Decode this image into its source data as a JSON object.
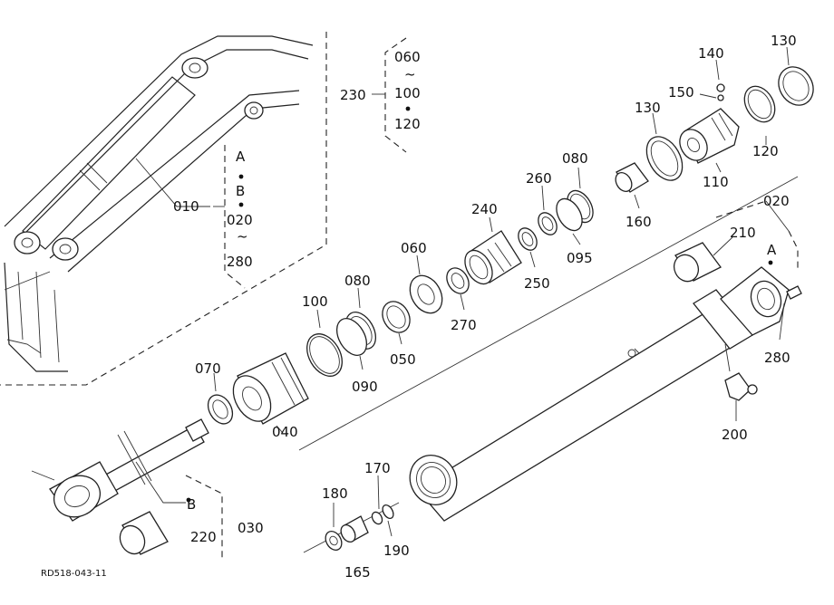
{
  "diagram": {
    "reference_code": "RD518-043-11",
    "labels": {
      "l010": "010",
      "l020": "020",
      "l030": "030",
      "l040": "040",
      "l050": "050",
      "l060": "060",
      "l070": "070",
      "l080a": "080",
      "l080b": "080",
      "l090": "090",
      "l095": "095",
      "l100": "100",
      "l110": "110",
      "l120": "120",
      "l130a": "130",
      "l130b": "130",
      "l140": "140",
      "l150": "150",
      "l160": "160",
      "l165": "165",
      "l170": "170",
      "l180": "180",
      "l190": "190",
      "l200": "200",
      "l210": "210",
      "l220": "220",
      "l240": "240",
      "l250": "250",
      "l260": "260",
      "l270": "270",
      "l280": "280",
      "markA": "A",
      "markB": "B"
    },
    "group_010": {
      "a": "A",
      "b": "B",
      "from": "020",
      "tilde": "~",
      "to": "280"
    },
    "group_230": {
      "id": "230",
      "from": "060",
      "tilde": "~",
      "mid": "100",
      "to": "120"
    }
  }
}
